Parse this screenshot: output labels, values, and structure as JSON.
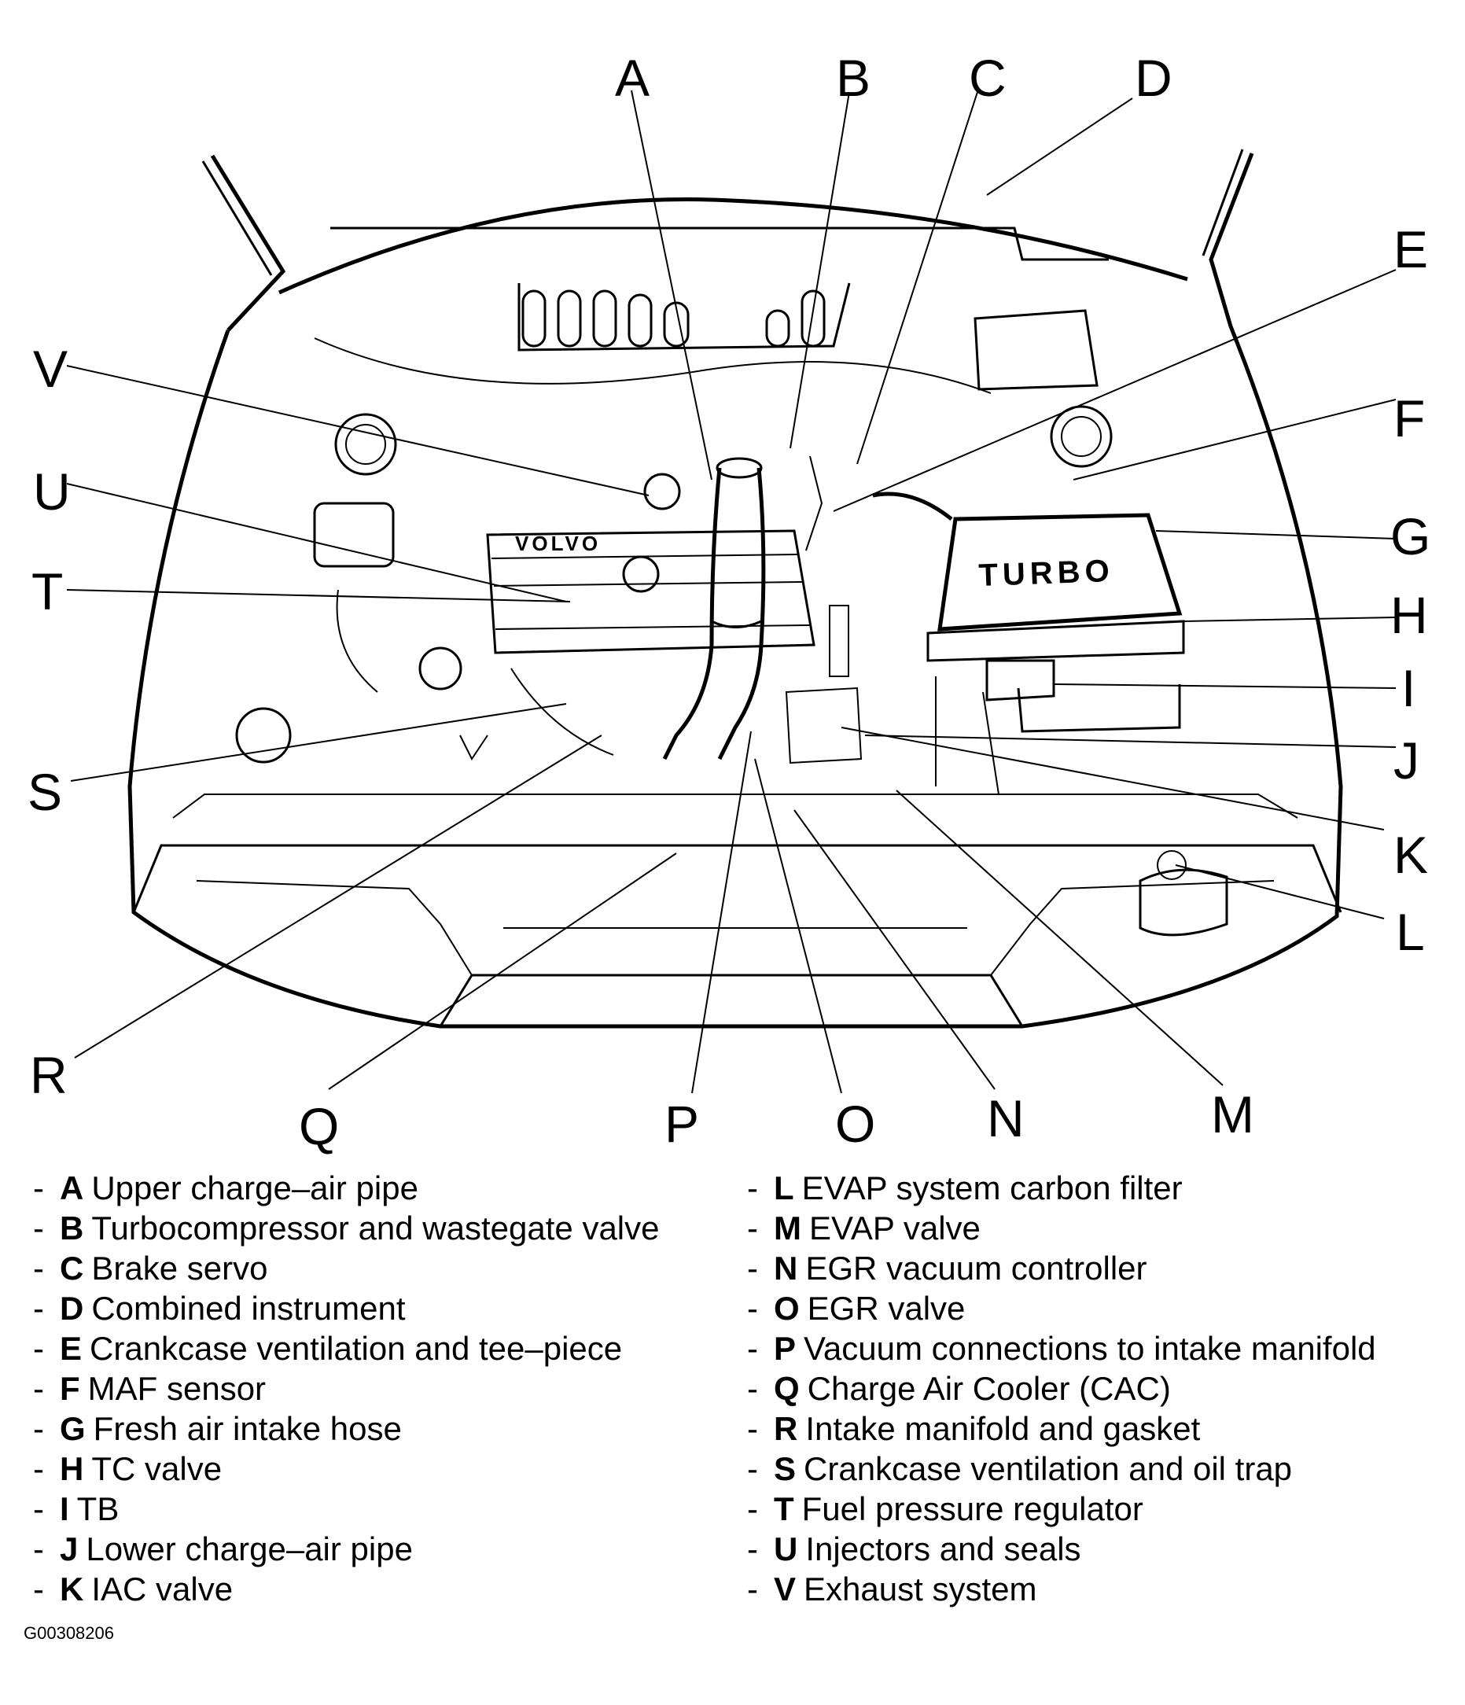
{
  "figure": {
    "type": "engine-compartment-component-locator",
    "figure_id": "G00308206"
  },
  "callouts": [
    {
      "letter": "A",
      "label": "Upper charge–air pipe"
    },
    {
      "letter": "B",
      "label": "Turbocompressor and wastegate valve"
    },
    {
      "letter": "C",
      "label": "Brake servo"
    },
    {
      "letter": "D",
      "label": "Combined instrument"
    },
    {
      "letter": "E",
      "label": "Crankcase ventilation and tee–piece"
    },
    {
      "letter": "F",
      "label": "MAF sensor"
    },
    {
      "letter": "G",
      "label": "Fresh air intake hose"
    },
    {
      "letter": "H",
      "label": "TC valve"
    },
    {
      "letter": "I",
      "label": "TB"
    },
    {
      "letter": "J",
      "label": "Lower charge–air pipe"
    },
    {
      "letter": "K",
      "label": "IAC valve"
    },
    {
      "letter": "L",
      "label": "EVAP system carbon filter"
    },
    {
      "letter": "M",
      "label": "EVAP valve"
    },
    {
      "letter": "N",
      "label": "EGR vacuum controller"
    },
    {
      "letter": "O",
      "label": "EGR valve"
    },
    {
      "letter": "P",
      "label": "Vacuum connections to intake manifold"
    },
    {
      "letter": "Q",
      "label": "Charge Air Cooler (CAC)"
    },
    {
      "letter": "R",
      "label": "Intake manifold and gasket"
    },
    {
      "letter": "S",
      "label": "Crankcase ventilation and oil trap"
    },
    {
      "letter": "T",
      "label": "Fuel pressure regulator"
    },
    {
      "letter": "U",
      "label": "Injectors and seals"
    },
    {
      "letter": "V",
      "label": "Exhaust system"
    }
  ],
  "legend": {
    "dash": "-",
    "left": [
      {
        "letter": "A",
        "label": "Upper charge–air pipe"
      },
      {
        "letter": "B",
        "label": "Turbocompressor and wastegate valve"
      },
      {
        "letter": "C",
        "label": "Brake servo"
      },
      {
        "letter": "D",
        "label": "Combined instrument"
      },
      {
        "letter": "E",
        "label": "Crankcase ventilation and tee–piece"
      },
      {
        "letter": "F",
        "label": "MAF sensor"
      },
      {
        "letter": "G",
        "label": "Fresh air intake hose"
      },
      {
        "letter": "H",
        "label": "TC valve"
      },
      {
        "letter": "I",
        "label": "TB"
      },
      {
        "letter": "J",
        "label": "Lower charge–air pipe"
      },
      {
        "letter": "K",
        "label": "IAC valve"
      }
    ],
    "right": [
      {
        "letter": "L",
        "label": "EVAP system carbon filter"
      },
      {
        "letter": "M",
        "label": "EVAP valve"
      },
      {
        "letter": "N",
        "label": "EGR vacuum controller"
      },
      {
        "letter": "O",
        "label": "EGR valve"
      },
      {
        "letter": "P",
        "label": "Vacuum connections to intake manifold"
      },
      {
        "letter": "Q",
        "label": "Charge Air Cooler (CAC)"
      },
      {
        "letter": "R",
        "label": "Intake manifold and gasket"
      },
      {
        "letter": "S",
        "label": "Crankcase ventilation and oil trap"
      },
      {
        "letter": "T",
        "label": "Fuel pressure regulator"
      },
      {
        "letter": "U",
        "label": "Injectors and seals"
      },
      {
        "letter": "V",
        "label": "Exhaust system"
      }
    ]
  },
  "engine_cover_text": "TURBO",
  "valve_cover_text": "VOLVO"
}
